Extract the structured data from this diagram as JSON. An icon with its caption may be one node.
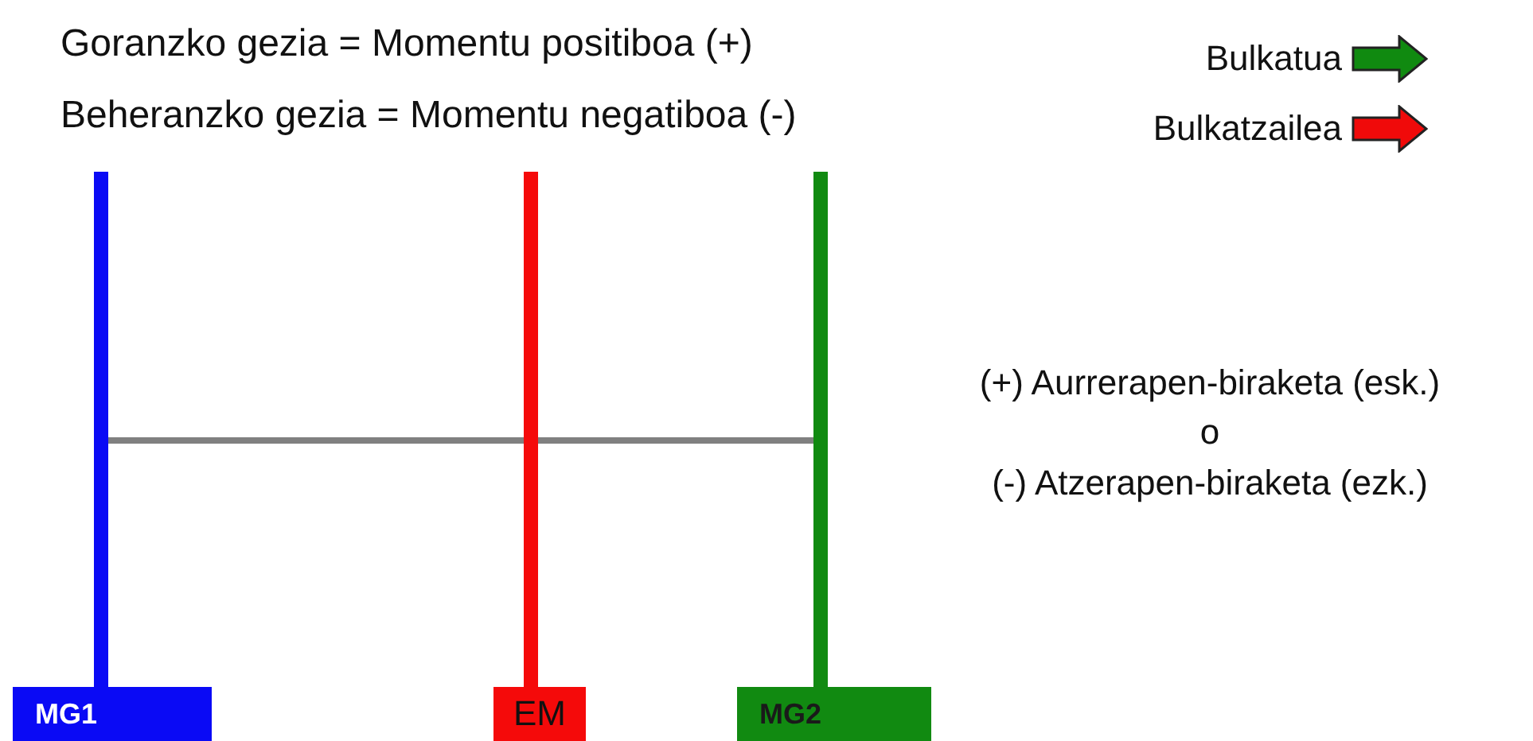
{
  "diagram": {
    "nodes": [
      {
        "text": [
          "MG1"
        ]
      },
      {
        "text": [
          "EM"
        ]
      },
      {
        "text": [
          "MG2"
        ]
      },
      {
        "text": [],
        "shape": "bar"
      },
      {
        "text": [],
        "shape": "bar"
      },
      {
        "text": [],
        "shape": "bar"
      }
    ],
    "edges": [
      {
        "from": 3,
        "to": 5,
        "arrow": "none",
        "color": "#808080"
      }
    ],
    "labels": [
      "Goranzko gezia = Momentu positiboa (+)",
      "Beheranzko gezia = Momentu negatiboa (-)",
      "(+) Aurrerapen-biraketa (esk.)",
      "o",
      "(-) Atzerapen-biraketa (ezk.)"
    ],
    "legend": [
      {
        "text": "Bulkatua",
        "color": "#108a10"
      },
      {
        "text": "Bulkatzailea",
        "color": "#f00a0a"
      }
    ]
  }
}
